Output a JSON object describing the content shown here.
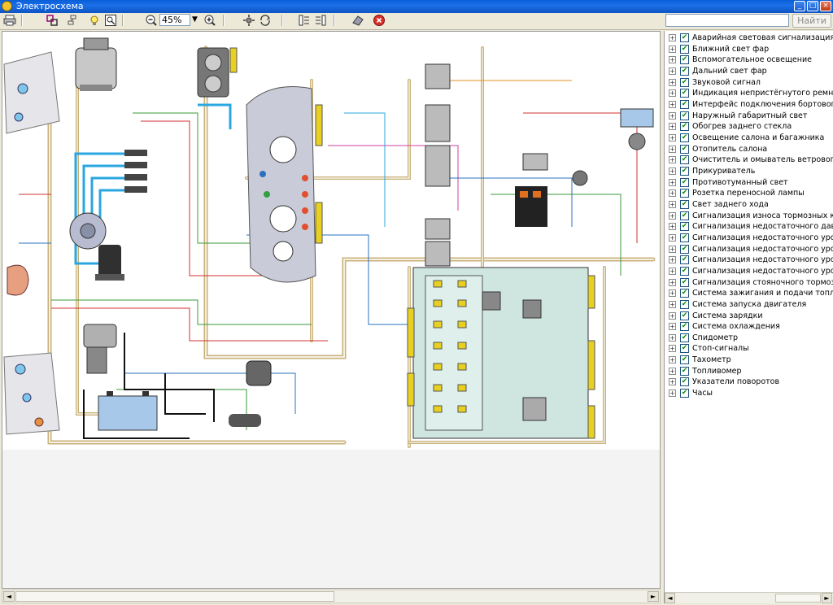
{
  "window": {
    "title": "Электросхема",
    "minimize_label": "_",
    "maximize_label": "□",
    "close_label": "×"
  },
  "toolbar": {
    "zoom_value": "45%",
    "zoom_dropdown_arrow": "▼",
    "icons": [
      "print-icon",
      "select-icon",
      "pointer-icon",
      "light-icon",
      "fit-icon",
      "zoom-out-icon",
      "zoom-in-icon",
      "settings-icon",
      "refresh-icon",
      "columns-icon",
      "rows-icon",
      "eraser-icon",
      "stop-icon"
    ]
  },
  "search": {
    "value": "",
    "find_label": "Найти"
  },
  "scrollbar": {
    "left_arrow": "◄",
    "right_arrow": "►"
  },
  "layers": [
    {
      "label": "Аварийная световая сигнализация",
      "checked": true
    },
    {
      "label": "Ближний свет фар",
      "checked": true
    },
    {
      "label": "Вспомогательное освещение",
      "checked": true
    },
    {
      "label": "Дальний свет фар",
      "checked": true
    },
    {
      "label": "Звуковой сигнал",
      "checked": true
    },
    {
      "label": "Индикация непристёгнутого ремня безопа",
      "checked": true
    },
    {
      "label": "Интерфейс подключения бортового компь",
      "checked": true
    },
    {
      "label": "Наружный габаритный свет",
      "checked": true
    },
    {
      "label": "Обогрев заднего стекла",
      "checked": true
    },
    {
      "label": "Освещение салона и багажника",
      "checked": true
    },
    {
      "label": "Отопитель салона",
      "checked": true
    },
    {
      "label": "Очиститель и омыватель ветрового стекл",
      "checked": true
    },
    {
      "label": "Прикуриватель",
      "checked": true
    },
    {
      "label": "Противотуманный свет",
      "checked": true
    },
    {
      "label": "Розетка переносной лампы",
      "checked": true
    },
    {
      "label": "Свет заднего хода",
      "checked": true
    },
    {
      "label": "Сигнализация износа тормозных колодок",
      "checked": true
    },
    {
      "label": "Сигнализация недостаточного давления м",
      "checked": true
    },
    {
      "label": "Сигнализация недостаточного уровня мас",
      "checked": true
    },
    {
      "label": "Сигнализация недостаточного уровня омы",
      "checked": true
    },
    {
      "label": "Сигнализация недостаточного уровня охла",
      "checked": true
    },
    {
      "label": "Сигнализация недостаточного уровня торм",
      "checked": true
    },
    {
      "label": "Сигнализация стояночного тормоза",
      "checked": true
    },
    {
      "label": "Система зажигания и подачи топлива",
      "checked": true
    },
    {
      "label": "Система запуска двигателя",
      "checked": true
    },
    {
      "label": "Система зарядки",
      "checked": true
    },
    {
      "label": "Система охлаждения",
      "checked": true
    },
    {
      "label": "Спидометр",
      "checked": true
    },
    {
      "label": "Стоп-сигналы",
      "checked": true
    },
    {
      "label": "Тахометр",
      "checked": true
    },
    {
      "label": "Топливомер",
      "checked": true
    },
    {
      "label": "Указатели поворотов",
      "checked": true
    },
    {
      "label": "Часы",
      "checked": true
    }
  ],
  "colors": {
    "titlebar": "#0a5fd8",
    "wire_blue": "#2aa7e0",
    "wire_yellow": "#e8d020",
    "wire_gray": "#8a8a8a",
    "fuse_box": "#cfe6e0",
    "dashboard": "#c9ccd8",
    "check_green": "#0a8a0a"
  }
}
